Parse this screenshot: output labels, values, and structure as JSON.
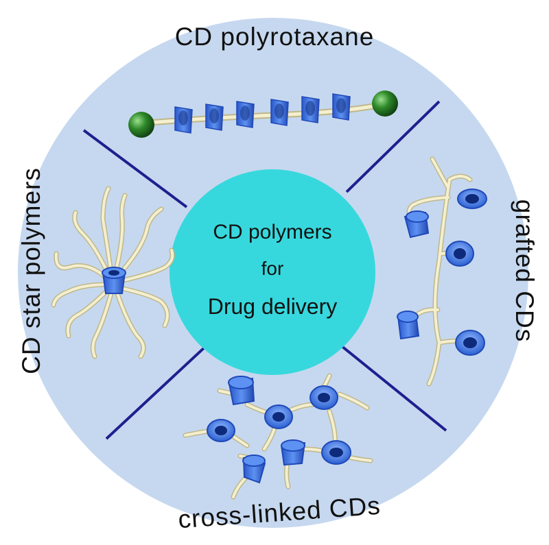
{
  "center": {
    "line1": "CD polymers",
    "line2": "for",
    "line3": "Drug delivery"
  },
  "labels": {
    "top": "CD polyrotaxane",
    "right": "grafted CDs",
    "left": "CD star polymers",
    "bottom": "cross-linked CDs"
  },
  "colors": {
    "outer_disc": "#c6d8ef",
    "center_disc": "#37d8dd",
    "divider": "#1f1f8f",
    "ring": "#3d78e8",
    "ring_dark": "#1f48b8",
    "ring_inner": "#0e2a7a",
    "chain": "#f4efcf",
    "chain_edge": "#bfb788",
    "stopper": "#2f8a2a"
  },
  "icons": {
    "top": "polyrotaxane-icon",
    "right": "grafted-polymer-icon",
    "left": "star-polymer-icon",
    "bottom": "crosslinked-network-icon"
  }
}
